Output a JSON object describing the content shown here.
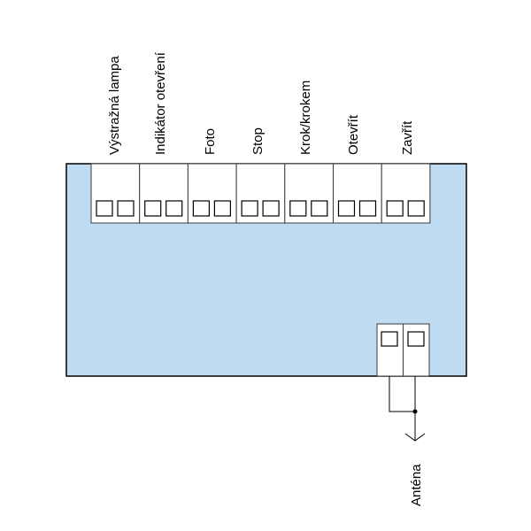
{
  "colors": {
    "board_fill": "#bfdcf2",
    "block_fill": "#ffffff",
    "stroke": "#000000",
    "outline": "#3a3a3a"
  },
  "terminal_block": {
    "labels": [
      "Výstražná lampa",
      "Indikátor otevření",
      "Foto",
      "Stop",
      "Krok/krokem",
      "Otevřít",
      "Zavřít"
    ]
  },
  "antenna_block": {
    "label": "Anténa"
  }
}
